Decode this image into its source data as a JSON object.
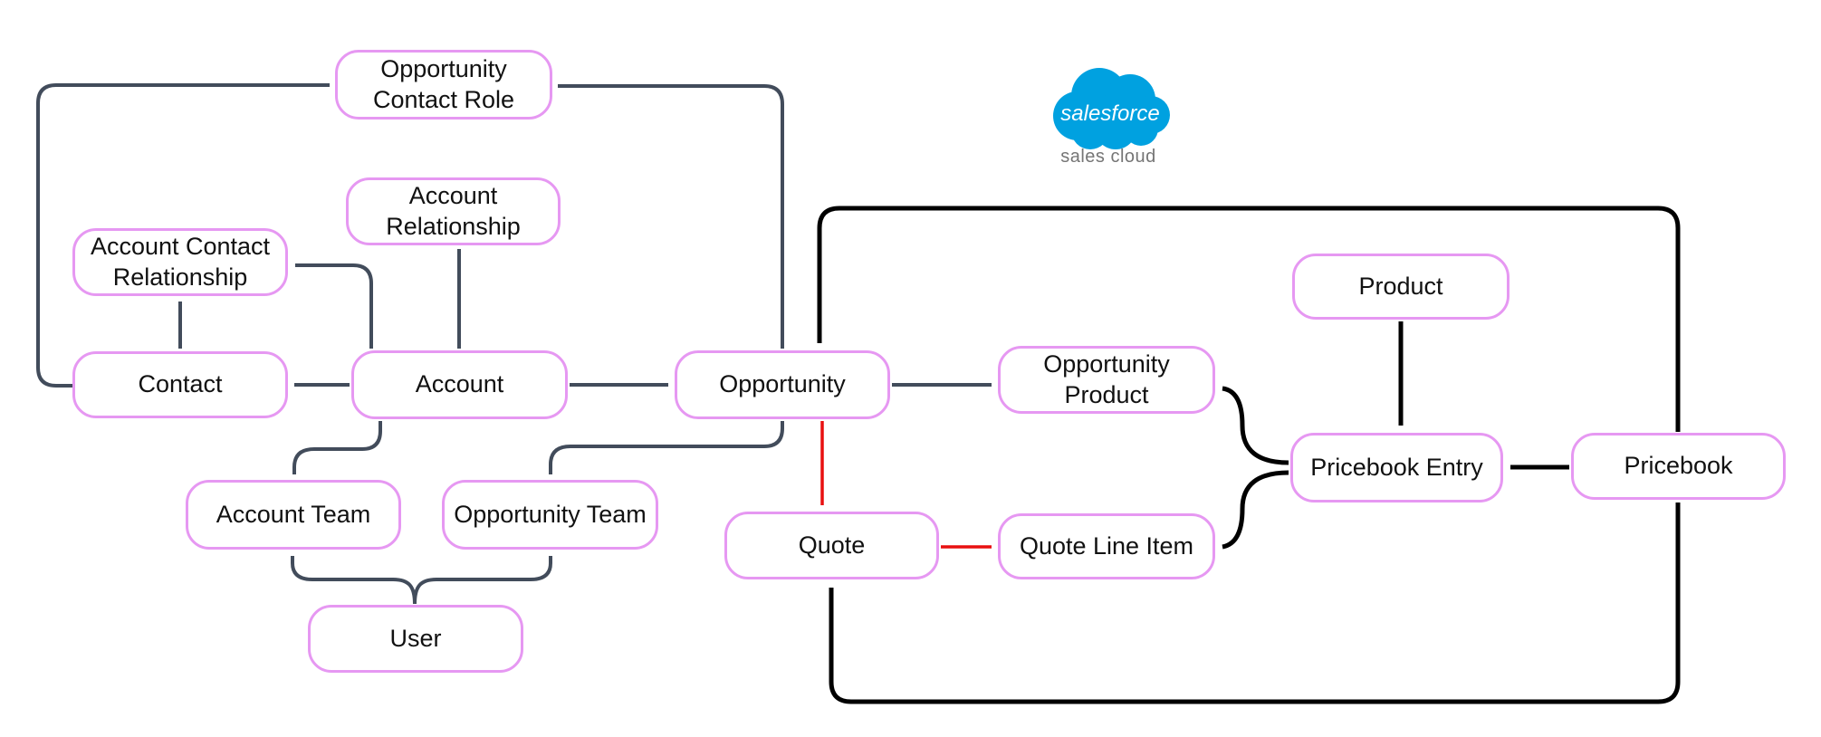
{
  "title": "Salesforce Sales Cloud object relationship diagram",
  "logo": {
    "brand": "salesforce",
    "product": "sales cloud"
  },
  "colors": {
    "nodeBorder": "#e698f2",
    "nodeFill": "#ffffff",
    "nodeText": "#111111",
    "edgeGray": "#424c5b",
    "edgeBlack": "#000000",
    "edgeRed": "#e81010",
    "cloudBlue": "#00a1e0",
    "logoText": "#ffffff",
    "subText": "#757575",
    "pageBg": "#ffffff"
  },
  "nodes": [
    {
      "id": "opportunity-contact-role",
      "label": "Opportunity\nContact Role"
    },
    {
      "id": "account-relationship",
      "label": "Account\nRelationship"
    },
    {
      "id": "account-contact-relationship",
      "label": "Account Contact\nRelationship"
    },
    {
      "id": "contact",
      "label": "Contact"
    },
    {
      "id": "account",
      "label": "Account"
    },
    {
      "id": "opportunity",
      "label": "Opportunity"
    },
    {
      "id": "account-team",
      "label": "Account Team"
    },
    {
      "id": "opportunity-team",
      "label": "Opportunity Team"
    },
    {
      "id": "user",
      "label": "User"
    },
    {
      "id": "quote",
      "label": "Quote"
    },
    {
      "id": "quote-line-item",
      "label": "Quote Line Item"
    },
    {
      "id": "opportunity-product",
      "label": "Opportunity\nProduct"
    },
    {
      "id": "product",
      "label": "Product"
    },
    {
      "id": "pricebook-entry",
      "label": "Pricebook Entry"
    },
    {
      "id": "pricebook",
      "label": "Pricebook"
    }
  ],
  "edges": [
    {
      "from": "Contact",
      "to": "Opportunity Contact Role",
      "color": "gray"
    },
    {
      "from": "Opportunity",
      "to": "Opportunity Contact Role",
      "color": "gray"
    },
    {
      "from": "Account",
      "to": "Account Relationship",
      "color": "gray"
    },
    {
      "from": "Account",
      "to": "Account Contact Relationship",
      "color": "gray"
    },
    {
      "from": "Contact",
      "to": "Account Contact Relationship",
      "color": "gray"
    },
    {
      "from": "Account",
      "to": "Contact",
      "color": "gray"
    },
    {
      "from": "Account",
      "to": "Opportunity",
      "color": "gray"
    },
    {
      "from": "Account",
      "to": "Account Team",
      "color": "gray"
    },
    {
      "from": "Opportunity",
      "to": "Opportunity Team",
      "color": "gray"
    },
    {
      "from": "User",
      "to": "Account Team",
      "color": "gray"
    },
    {
      "from": "User",
      "to": "Opportunity Team",
      "color": "gray"
    },
    {
      "from": "Opportunity",
      "to": "Opportunity Product",
      "color": "gray"
    },
    {
      "from": "Opportunity",
      "to": "Quote",
      "color": "red"
    },
    {
      "from": "Quote",
      "to": "Quote Line Item",
      "color": "red"
    },
    {
      "from": "Product",
      "to": "Pricebook Entry",
      "color": "black"
    },
    {
      "from": "Pricebook",
      "to": "Pricebook Entry",
      "color": "black"
    },
    {
      "from": "Pricebook Entry",
      "to": "Opportunity Product",
      "color": "black"
    },
    {
      "from": "Pricebook Entry",
      "to": "Quote Line Item",
      "color": "black"
    },
    {
      "from": "Pricebook",
      "to": "Opportunity",
      "color": "black"
    },
    {
      "from": "Pricebook",
      "to": "Quote",
      "color": "black"
    }
  ]
}
